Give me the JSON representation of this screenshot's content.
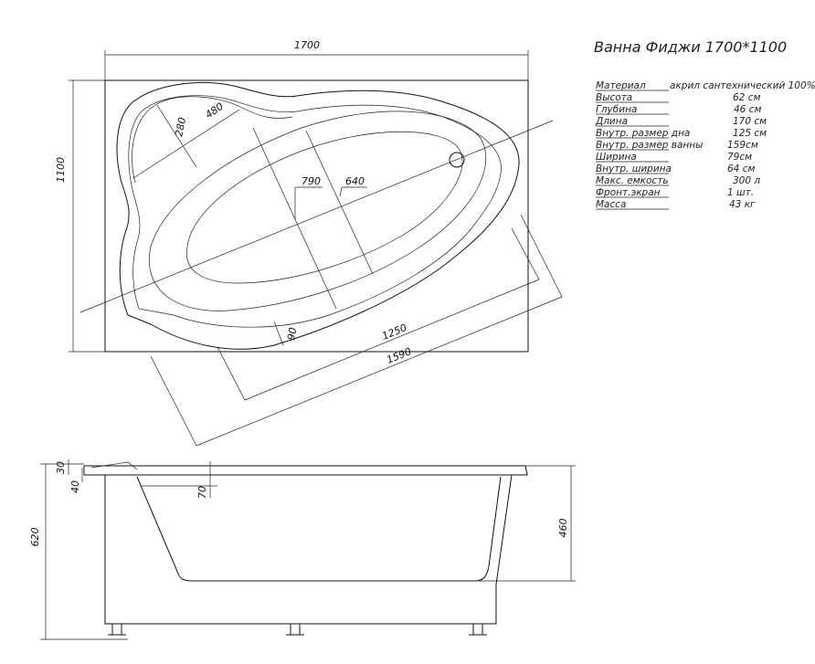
{
  "title": "Ванна Фиджи 1700*1100",
  "specs": [
    {
      "label": "Материал",
      "value": "акрил сантехнический 100%"
    },
    {
      "label": "Высота",
      "value": "62 см"
    },
    {
      "label": "Глубина",
      "value": "46 см"
    },
    {
      "label": "Длина",
      "value": "170 см"
    },
    {
      "label": "Внутр. размер дна",
      "value": "125 см"
    },
    {
      "label": "Внутр. размер ванны",
      "value": "159см"
    },
    {
      "label": "Ширина",
      "value": "79см"
    },
    {
      "label": "Внутр. ширина",
      "value": "64 см"
    },
    {
      "label": "Макс. емкость",
      "value": "300 л"
    },
    {
      "label": "Фронт.экран",
      "value": "1 шт."
    },
    {
      "label": "Масса",
      "value": "43 кг"
    }
  ],
  "top_view": {
    "width": "1700",
    "depth": "1100",
    "seat_width": "480",
    "seat_depth": "280",
    "outer_width": "790",
    "inner_width": "640",
    "rim": "90",
    "bottom_length": "1250",
    "inner_length": "1590"
  },
  "side_view": {
    "total_height": "620",
    "rim_offset": "30",
    "lip": "40",
    "step": "70",
    "depth": "460"
  }
}
